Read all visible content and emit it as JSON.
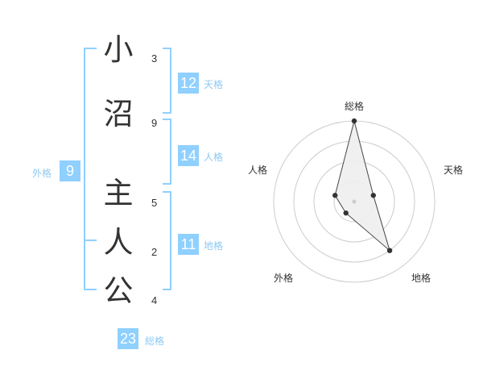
{
  "name": {
    "characters": [
      {
        "char": "小",
        "strokes": "3"
      },
      {
        "char": "沼",
        "strokes": "9"
      },
      {
        "char": "主",
        "strokes": "5"
      },
      {
        "char": "人",
        "strokes": "2"
      },
      {
        "char": "公",
        "strokes": "4"
      }
    ]
  },
  "fortunes": {
    "ten": {
      "value": "12",
      "label": "天格"
    },
    "jin": {
      "value": "14",
      "label": "人格"
    },
    "chi": {
      "value": "11",
      "label": "地格"
    },
    "gai": {
      "value": "9",
      "label": "外格"
    },
    "sou": {
      "value": "23",
      "label": "総格"
    }
  },
  "colors": {
    "accent": "#8fd0ff",
    "bracket": "#8fd0ff",
    "label": "#8fc9f2",
    "text": "#333333",
    "radar_rings": "#cccccc",
    "radar_fill": "#eeeeee"
  },
  "chart_data": {
    "type": "radar",
    "axes": [
      "総格",
      "天格",
      "地格",
      "外格",
      "人格"
    ],
    "values": [
      4,
      1,
      3,
      0.7,
      1
    ],
    "max": 4,
    "rings": 4
  }
}
